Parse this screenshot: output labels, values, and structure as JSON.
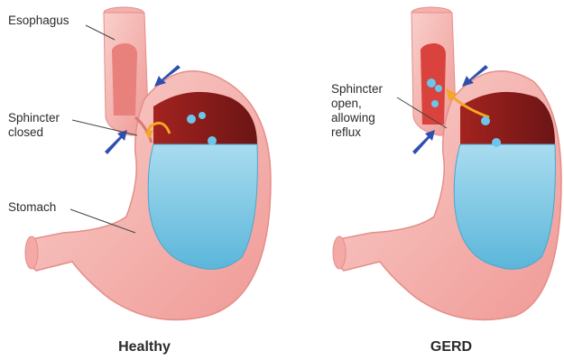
{
  "panels": [
    {
      "id": "healthy",
      "caption": "Healthy",
      "labels": {
        "esophagus": "Esophagus",
        "sphincter_line1": "Sphincter",
        "sphincter_line2": "closed",
        "stomach": "Stomach"
      }
    },
    {
      "id": "gerd",
      "caption": "GERD",
      "labels": {
        "sphincter_line1": "Sphincter",
        "sphincter_line2": "open,",
        "sphincter_line3": "allowing",
        "sphincter_line4": "reflux"
      }
    }
  ],
  "colors": {
    "tissue_outer": "#f4a9a6",
    "tissue_inner": "#f7c4c0",
    "cavity_dark": "#8b1e1e",
    "cavity_mid": "#c0332e",
    "acid_fluid": "#8fd0e8",
    "acid_fluid_deep": "#5bb6da",
    "arrow_pressure": "#2f4fb0",
    "reflux_arrow": "#f5a623",
    "bubble": "#6cc6ea",
    "text": "#2b2b2b"
  },
  "icons": [
    "pressure-arrow-icon",
    "reflux-arrow-icon",
    "acid-bubble-icon"
  ]
}
